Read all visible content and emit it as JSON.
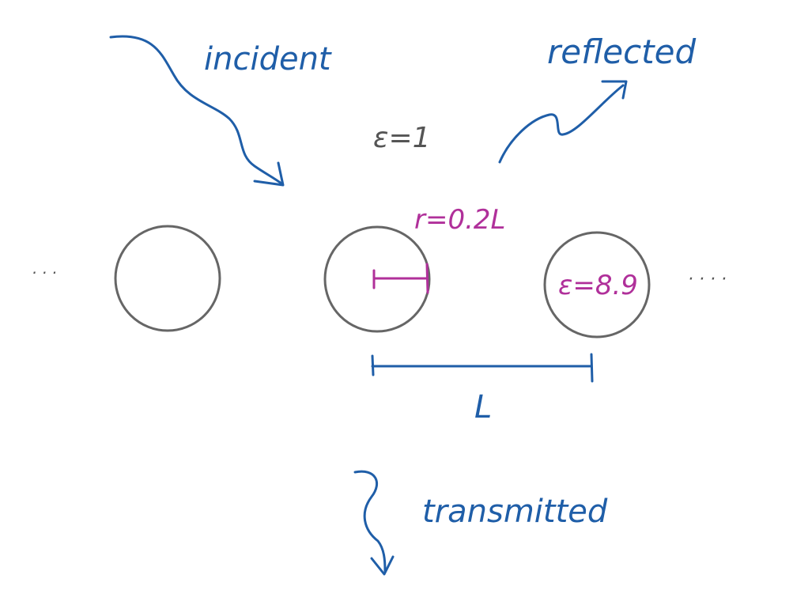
{
  "labels": {
    "incident": "incident",
    "reflected": "reflected",
    "transmitted": "transmitted",
    "background_permittivity": "ε=1",
    "radius": "r=0.2L",
    "cylinder_permittivity": "ε=8.9",
    "period": "L",
    "ellipsis_left": "· · ·",
    "ellipsis_right": "· · · ·"
  },
  "colors": {
    "arrow_ink": "#1f5ea8",
    "annotation_ink": "#b0309a",
    "outline_ink": "#666666",
    "background_label_ink": "#555555"
  }
}
